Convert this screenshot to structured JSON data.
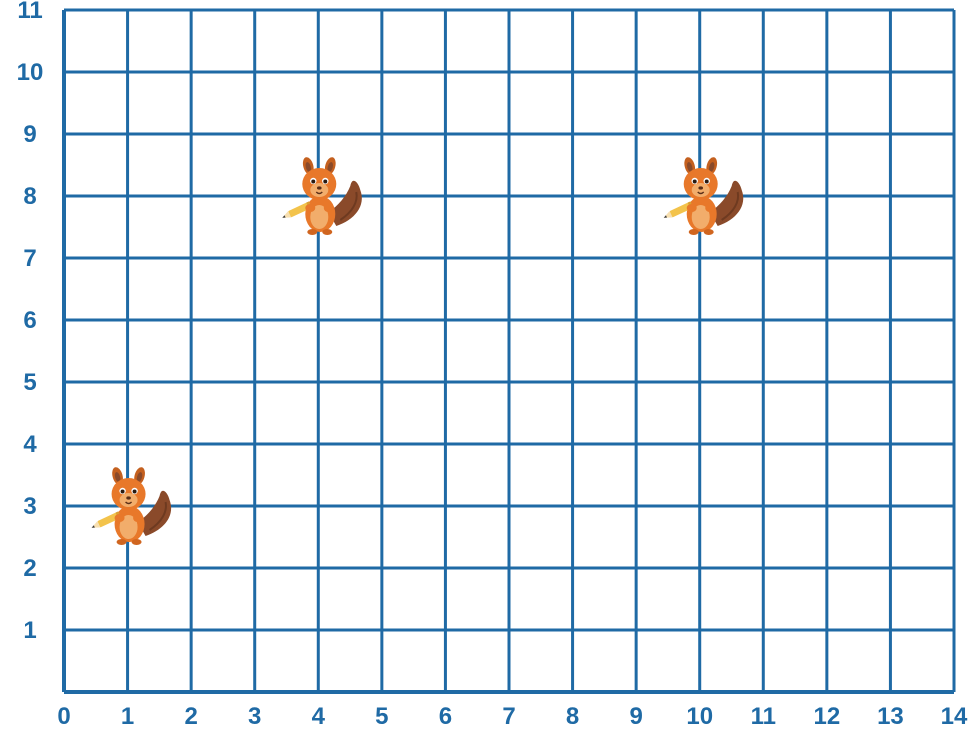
{
  "chart_data": {
    "type": "scatter",
    "title": "",
    "xlabel": "",
    "ylabel": "",
    "xlim": [
      0,
      14
    ],
    "ylim": [
      0,
      11
    ],
    "grid": true,
    "x_ticks": [
      "0",
      "1",
      "2",
      "3",
      "4",
      "5",
      "6",
      "7",
      "8",
      "9",
      "10",
      "11",
      "12",
      "13",
      "14"
    ],
    "y_ticks": [
      "1",
      "2",
      "3",
      "4",
      "5",
      "6",
      "7",
      "8",
      "9",
      "10",
      "11"
    ],
    "points": [
      {
        "x": 1,
        "y": 3,
        "marker": "squirrel-icon"
      },
      {
        "x": 4,
        "y": 8,
        "marker": "squirrel-icon"
      },
      {
        "x": 10,
        "y": 8,
        "marker": "squirrel-icon"
      }
    ],
    "colors": {
      "grid": "#1f6aa5",
      "tick_label": "#1f6aa5",
      "squirrel_body": "#e8782a",
      "squirrel_belly": "#f2ad6b",
      "squirrel_tail": "#8a4a2a",
      "pencil": "#f3c34b"
    }
  }
}
